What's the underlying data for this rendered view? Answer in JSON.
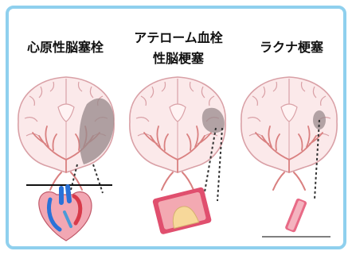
{
  "panels": [
    {
      "title_lines": [
        "心原性脳塞栓"
      ],
      "lesion": "large cortical infarct",
      "source": "heart-icon"
    },
    {
      "title_lines": [
        "アテローム血栓",
        "性脳梗塞"
      ],
      "lesion": "medium infarct",
      "source": "plaque-vessel-icon"
    },
    {
      "title_lines": [
        "ラクナ梗塞"
      ],
      "lesion": "small deep infarct",
      "source": "small-artery-icon"
    }
  ],
  "colors": {
    "border": "#8fd0ee",
    "brain_fill": "#fbe9ea",
    "brain_outline": "#d9a0a6",
    "vessel": "#d98080",
    "infarct": "#9a8a8c"
  }
}
